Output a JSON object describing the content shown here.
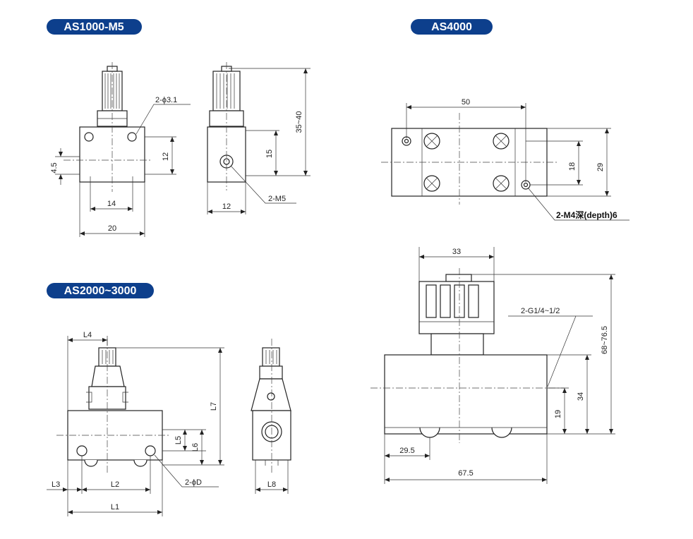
{
  "models": {
    "as1000": "AS1000-M5",
    "as4000": "AS4000",
    "as2000": "AS2000~3000"
  },
  "as1000_dims": {
    "hole": "2-ϕ3.1",
    "d12a": "12",
    "d4_5": "4.5",
    "d14": "14",
    "d20": "20",
    "d35_40": "35~40",
    "d15": "15",
    "d12b": "12",
    "port": "2-M5"
  },
  "as4000_dims": {
    "d50": "50",
    "d18": "18",
    "d29": "29",
    "mount": "2-M4深(depth)6",
    "d33": "33",
    "thread": "2-G1/4~1/2",
    "d68": "68~76.5",
    "d34": "34",
    "d19": "19",
    "d29_5": "29.5",
    "d67_5": "67.5"
  },
  "as2000_dims": {
    "L4": "L4",
    "L7": "L7",
    "L5": "L5",
    "L6": "L6",
    "L3": "L3",
    "L2": "L2",
    "L1": "L1",
    "hole": "2-ϕD",
    "L8": "L8"
  },
  "colors": {
    "badge": "#0d3f8c",
    "line": "#222222"
  }
}
